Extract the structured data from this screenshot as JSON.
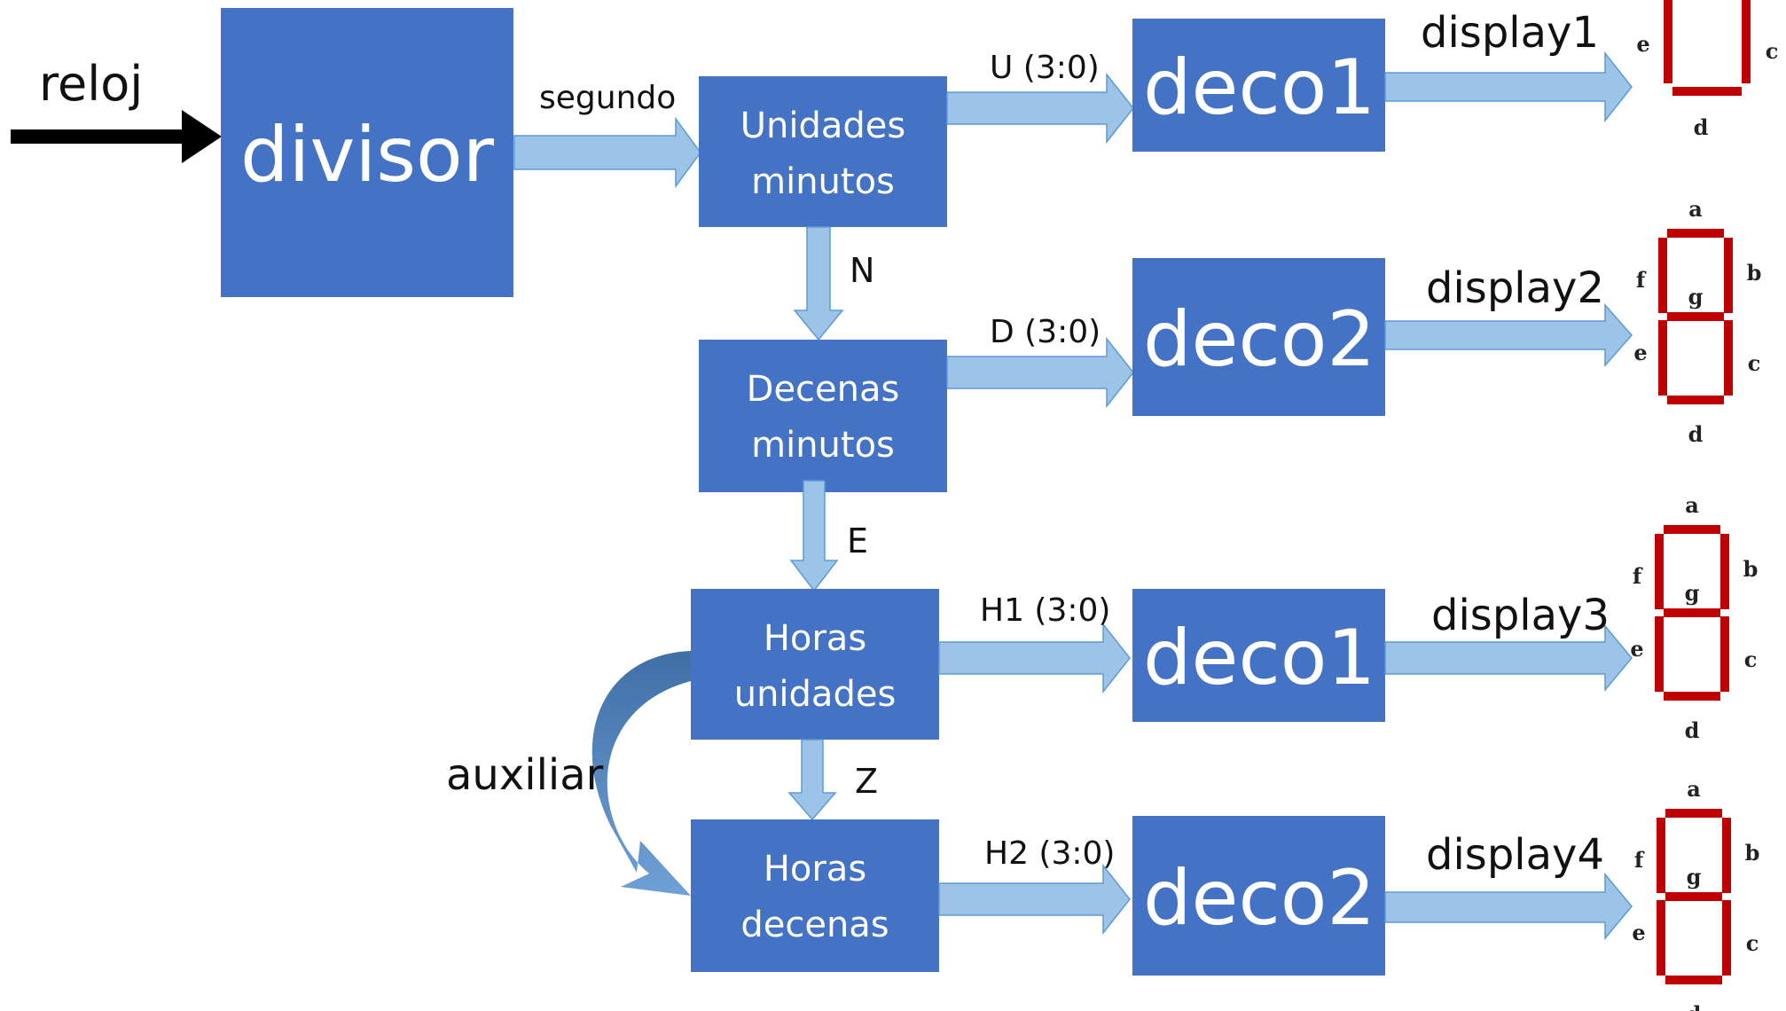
{
  "input": {
    "label": "reloj"
  },
  "blocks": {
    "divisor": "divisor",
    "unidades_minutos": [
      "Unidades",
      "minutos"
    ],
    "decenas_minutos": [
      "Decenas",
      "minutos"
    ],
    "horas_unidades": [
      "Horas",
      "unidades"
    ],
    "horas_decenas": [
      "Horas",
      "decenas"
    ],
    "decoders": [
      "deco1",
      "deco2",
      "deco1",
      "deco2"
    ]
  },
  "signals": {
    "segundo": "segundo",
    "N": "N",
    "E": "E",
    "Z": "Z",
    "auxiliar": "auxiliar",
    "buses": [
      "U (3:0)",
      "D (3:0)",
      "H1 (3:0)",
      "H2 (3:0)"
    ],
    "displays": [
      "display1",
      "display2",
      "display3",
      "display4"
    ]
  },
  "seven_segment": {
    "display1_labels": [
      "e",
      "c",
      "d"
    ],
    "full_labels": [
      "a",
      "b",
      "c",
      "d",
      "e",
      "f",
      "g"
    ],
    "segment_color": "#c00000"
  },
  "colors": {
    "block": "#4472c4",
    "bus_arrow": "#9dc3e6",
    "curved_arrow": "#4f81bd"
  }
}
